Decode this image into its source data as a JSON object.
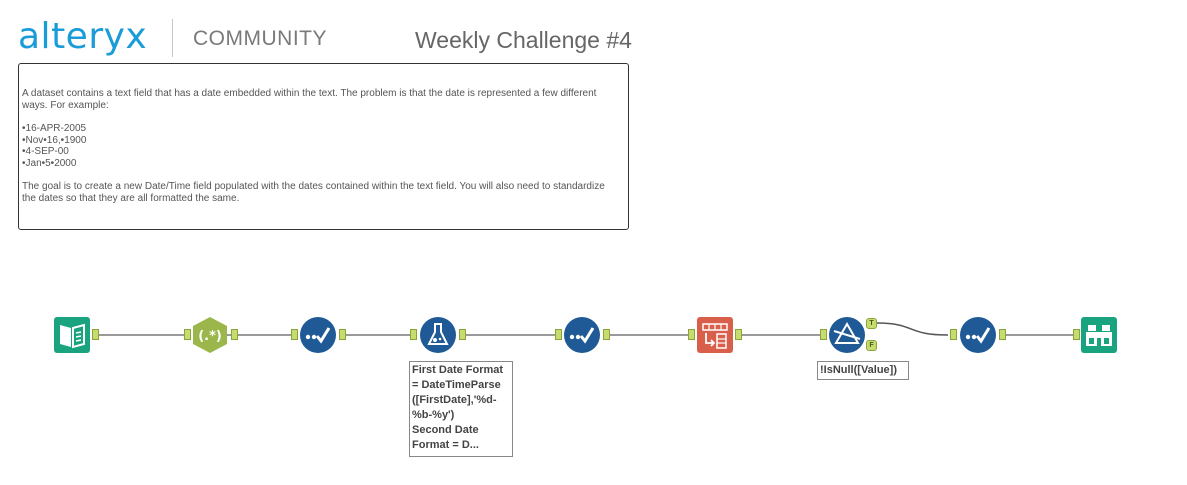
{
  "header": {
    "logo_text": "alteryx",
    "community_label": "COMMUNITY",
    "challenge_title": "Weekly Challenge #4"
  },
  "description": {
    "intro": "A dataset contains a text field that has a date embedded within the text. The problem is that the date is represented a few different ways. For example:",
    "examples": [
      "•16-APR-2005",
      "•Nov•16,•1900",
      "•4-SEP-00",
      "•Jan•5•2000"
    ],
    "goal": "The goal is to create a new Date/Time field populated with the dates contained within the text field. You will also need to standardize the dates so that they are all formatted the same."
  },
  "workflow": {
    "tools": [
      {
        "name": "input-data-tool",
        "icon": "book-icon",
        "color": "#1aa37f"
      },
      {
        "name": "regex-tool",
        "icon": "regex-icon",
        "color": "#9bb74b",
        "label": "(.*)"
      },
      {
        "name": "select-tool-1",
        "icon": "select-check-icon",
        "color": "#1f5a96"
      },
      {
        "name": "formula-tool",
        "icon": "flask-icon",
        "color": "#1f5a96"
      },
      {
        "name": "select-tool-2",
        "icon": "select-check-icon",
        "color": "#1f5a96"
      },
      {
        "name": "transpose-tool",
        "icon": "transpose-icon",
        "color": "#d95f4b"
      },
      {
        "name": "filter-tool",
        "icon": "filter-triangle-icon",
        "color": "#1f5a96"
      },
      {
        "name": "select-tool-3",
        "icon": "select-check-icon",
        "color": "#1f5a96"
      },
      {
        "name": "browse-tool",
        "icon": "binoculars-icon",
        "color": "#1aa37f"
      }
    ],
    "formula_annotation": [
      "First Date Format",
      "= DateTimeParse",
      "([FirstDate],'%d-",
      "%b-%y')",
      "Second Date",
      "Format = D..."
    ],
    "filter_annotation": "!IsNull([Value])",
    "filter_true_label": "T",
    "filter_false_label": "F"
  },
  "colors": {
    "brand_blue": "#1a9cd8",
    "connector": "#9a9a9a",
    "anchor_green": "#c6dc6e"
  }
}
